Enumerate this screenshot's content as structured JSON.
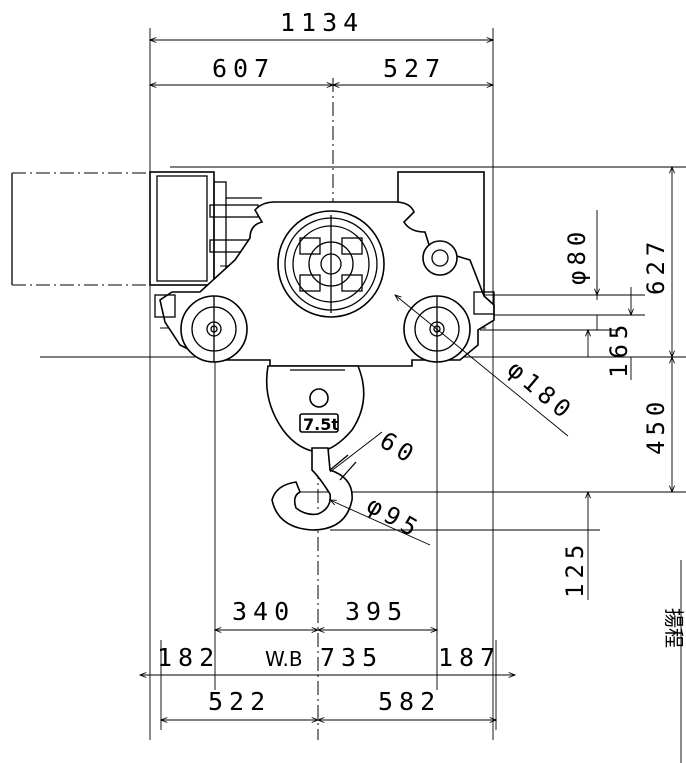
{
  "dimensions": {
    "overall_width": "1134",
    "left_to_center": "607",
    "center_to_right": "527",
    "height_top": "627",
    "height_mid": "450",
    "height_hook": "125",
    "wheel_offset": "165",
    "dia_80": "φ80",
    "dia_180": "φ180",
    "dia_95": "φ95",
    "throat_60": "60",
    "wb_left": "340",
    "wb_right": "395",
    "left_overhang": "182",
    "wheel_base_label": "W.B",
    "wheel_base_value": "735",
    "right_overhang": "187",
    "bottom_left": "522",
    "bottom_right": "582"
  },
  "hook_plate": "7.5t",
  "lift_label": "揚程"
}
